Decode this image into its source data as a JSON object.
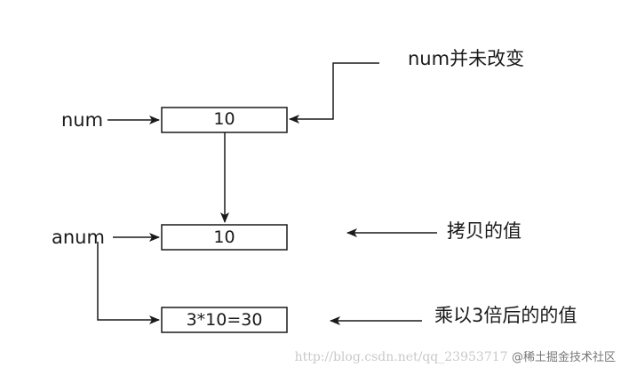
{
  "diagram": {
    "variables": {
      "num": "num",
      "anum": "anum"
    },
    "boxes": {
      "num_value": "10",
      "copy_value": "10",
      "result_value": "3*10=30"
    },
    "notes": {
      "unchanged": "num并未改变",
      "copied": "拷贝的值",
      "multiplied": "乘以3倍后的的值"
    },
    "watermark": {
      "url": "http://blog.csdn.net/qq_23953717",
      "site": "@稀土掘金技术社区"
    }
  },
  "colors": {
    "stroke": "#1a1a1a",
    "text": "#1a1a1a",
    "watermark": "#c9c9c9"
  }
}
